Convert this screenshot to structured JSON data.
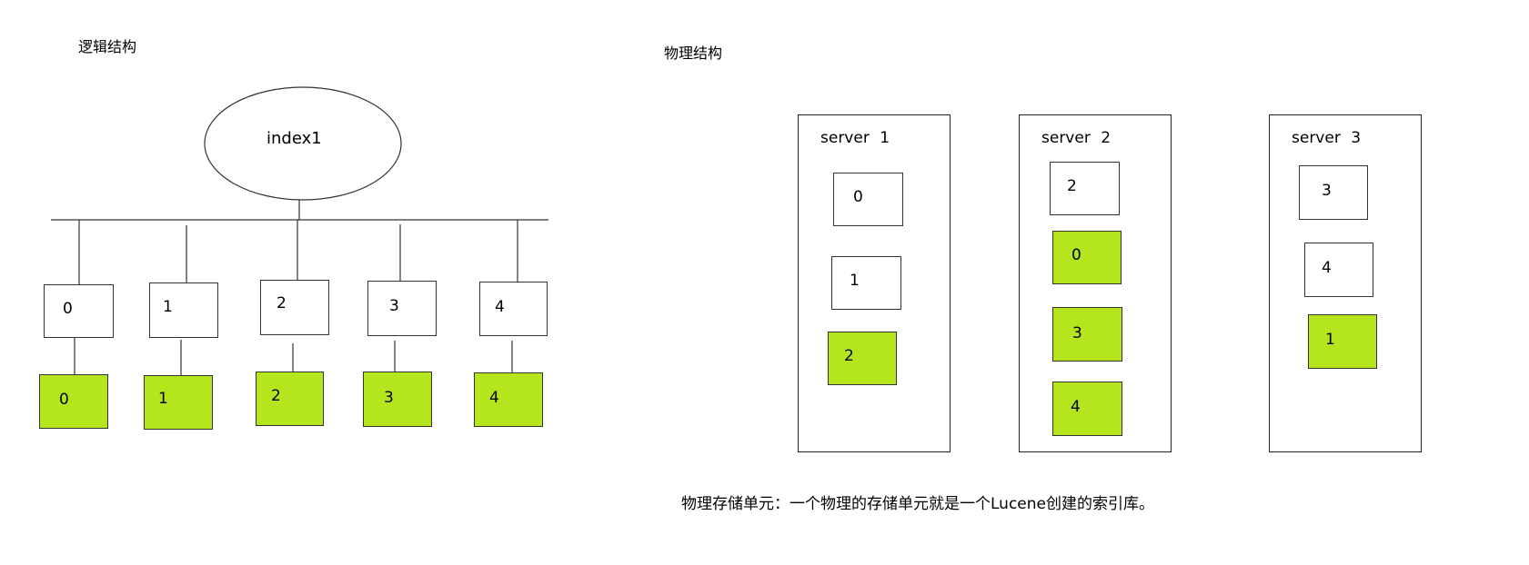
{
  "logical": {
    "title": "逻辑结构",
    "index_label": "index1",
    "primary_shards": [
      "0",
      "1",
      "2",
      "3",
      "4"
    ],
    "replica_shards": [
      "0",
      "1",
      "2",
      "3",
      "4"
    ]
  },
  "physical": {
    "title": "物理结构",
    "servers": [
      {
        "name": "server",
        "number": "1",
        "shards": [
          "0",
          "1",
          "2"
        ]
      },
      {
        "name": "server",
        "number": "2",
        "shards": [
          "2",
          "0",
          "3",
          "4"
        ]
      },
      {
        "name": "server",
        "number": "3",
        "shards": [
          "3",
          "4",
          "1"
        ]
      }
    ],
    "footnote": "物理存储单元：一个物理的存储单元就是一个Lucene创建的索引库。"
  },
  "colors": {
    "replica_fill": "#b5e61d",
    "primary_fill": "#ffffff",
    "line": "#333333"
  }
}
